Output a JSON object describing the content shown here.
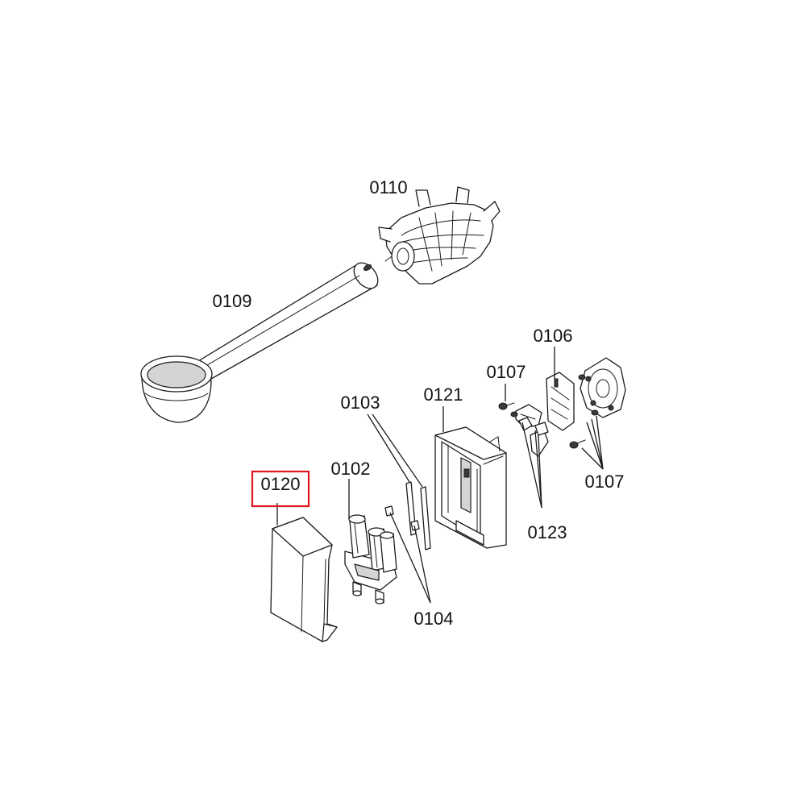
{
  "parts": [
    {
      "id": "p0110",
      "label": "0110"
    },
    {
      "id": "p0109",
      "label": "0109"
    },
    {
      "id": "p0106",
      "label": "0106"
    },
    {
      "id": "p0107a",
      "label": "0107"
    },
    {
      "id": "p0103",
      "label": "0103"
    },
    {
      "id": "p0121",
      "label": "0121"
    },
    {
      "id": "p0107b",
      "label": "0107"
    },
    {
      "id": "p0120",
      "label": "0120"
    },
    {
      "id": "p0102",
      "label": "0102"
    },
    {
      "id": "p0123",
      "label": "0123"
    },
    {
      "id": "p0104",
      "label": "0104"
    }
  ],
  "highlight": {
    "part": "0120",
    "color": "#e0161f"
  }
}
